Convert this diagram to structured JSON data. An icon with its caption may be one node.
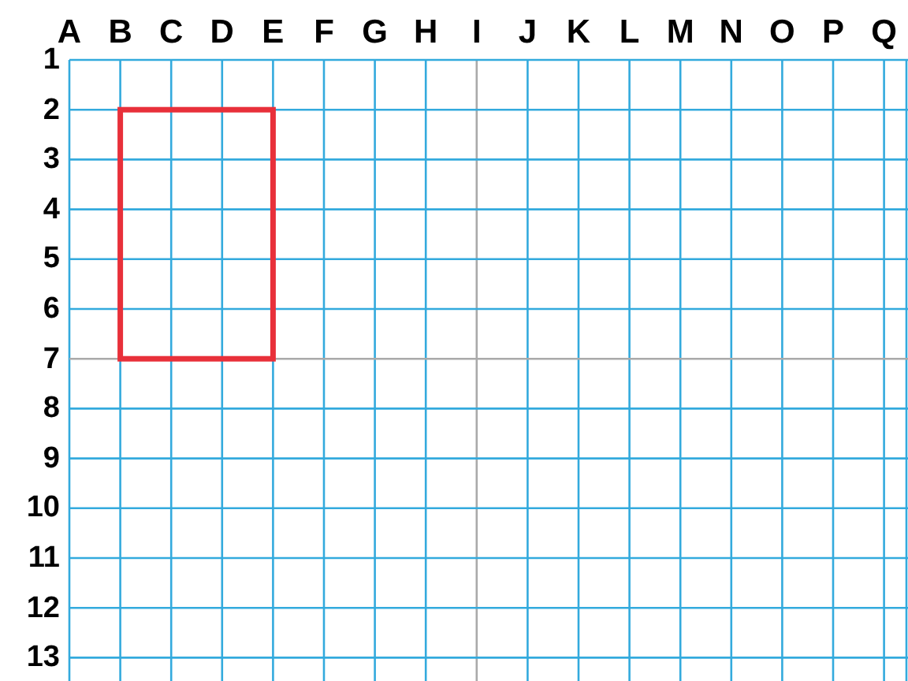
{
  "diagram": {
    "nodes": [
      {
        "text": [],
        "shape": "box"
      }
    ],
    "labels": [
      "A",
      "B",
      "C",
      "D",
      "E",
      "F",
      "G",
      "H",
      "I",
      "J",
      "K",
      "L",
      "M",
      "N",
      "O",
      "P",
      "Q",
      "1",
      "2",
      "3",
      "4",
      "5",
      "6",
      "7",
      "8",
      "9",
      "10",
      "11",
      "12",
      "13"
    ]
  }
}
